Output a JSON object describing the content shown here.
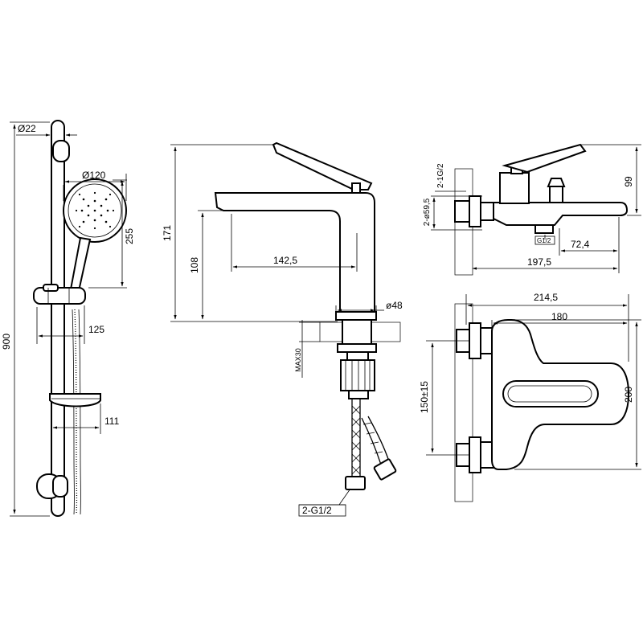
{
  "shower_set": {
    "dim_total_height": "900",
    "dim_bar_diameter": "Ø22",
    "dim_head_diameter": "Ø120",
    "dim_head_height": "255",
    "dim_holder_projection": "125",
    "dim_soapdish_projection": "111"
  },
  "basin_mixer": {
    "dim_height": "171",
    "dim_spout_height": "108",
    "dim_spout_reach": "142,5",
    "dim_base_diameter": "ø48",
    "dim_max_thickness": "MAX30",
    "hose_thread": "2-G1/2"
  },
  "bath_mixer_side": {
    "dim_height": "99",
    "thread_label": "2-1G/2",
    "dim_flange": "2-ø59,5",
    "outlet_thread": "G1/2",
    "dim_outlet_reach": "72,4",
    "dim_total_reach": "197,5"
  },
  "bath_mixer_front": {
    "dim_total_width": "214,5",
    "dim_body_width": "180",
    "dim_center_distance": "150±15",
    "dim_height": "200"
  }
}
